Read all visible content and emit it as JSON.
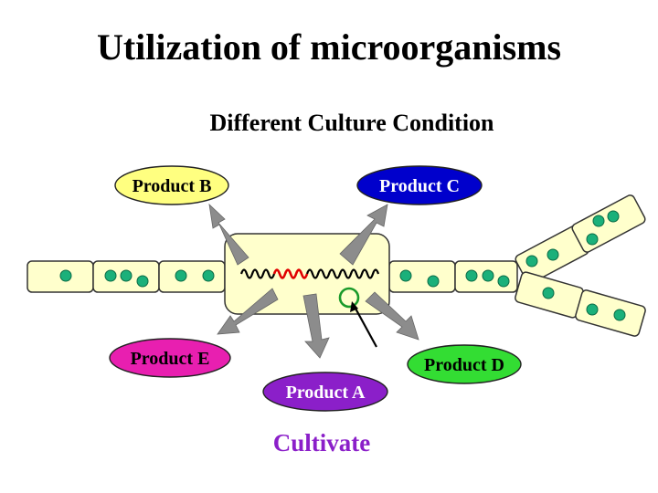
{
  "title": "Utilization of microorganisms",
  "subtitle": "Different Culture Condition",
  "footer": "Cultivate",
  "colors": {
    "cell_fill": "#FFFFCC",
    "cell_stroke": "#333333",
    "dot": "#1BB07A",
    "arrow": "#8C8C8C",
    "dna": "#000000",
    "dna_highlight": "#E00000",
    "marker_ring": "#1A9A2A"
  },
  "products": [
    {
      "id": "B",
      "label": "Product B",
      "fill": "#FFFF80",
      "text_color": "#000000"
    },
    {
      "id": "C",
      "label": "Product C",
      "fill": "#0000CC",
      "text_color": "#FFFFFF"
    },
    {
      "id": "E",
      "label": "Product E",
      "fill": "#E81FB0",
      "text_color": "#000000"
    },
    {
      "id": "A",
      "label": "Product A",
      "fill": "#8B1FC9",
      "text_color": "#FFFFFF"
    },
    {
      "id": "D",
      "label": "Product D",
      "fill": "#33DD33",
      "text_color": "#000000"
    }
  ]
}
